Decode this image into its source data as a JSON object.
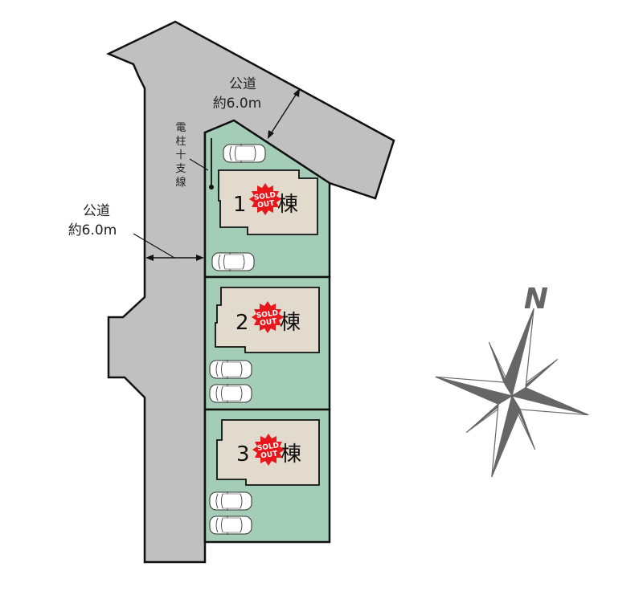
{
  "roads": [
    {
      "id": "north-road",
      "label_line1": "公道",
      "label_line2": "約6.0m"
    },
    {
      "id": "west-road",
      "label_line1": "公道",
      "label_line2": "約6.0m"
    }
  ],
  "utility_pole": {
    "label": [
      "電",
      "柱",
      "十",
      "支",
      "線"
    ]
  },
  "lots": [
    {
      "number": "1",
      "suffix": "棟",
      "status": "SOLD OUT",
      "status_line1": "SOLD",
      "status_line2": "OUT",
      "parking_spaces": 2
    },
    {
      "number": "2",
      "suffix": "棟",
      "status": "SOLD OUT",
      "status_line1": "SOLD",
      "status_line2": "OUT",
      "parking_spaces": 2
    },
    {
      "number": "3",
      "suffix": "棟",
      "status": "SOLD OUT",
      "status_line1": "SOLD",
      "status_line2": "OUT",
      "parking_spaces": 2
    }
  ],
  "compass": {
    "north_label": "N"
  },
  "colors": {
    "road": "#c0c0c0",
    "lot": "#a3cdb6",
    "house": "#e2dbcd",
    "sold_badge": "#e8171c",
    "compass": "#666666",
    "outline": "#111111"
  }
}
